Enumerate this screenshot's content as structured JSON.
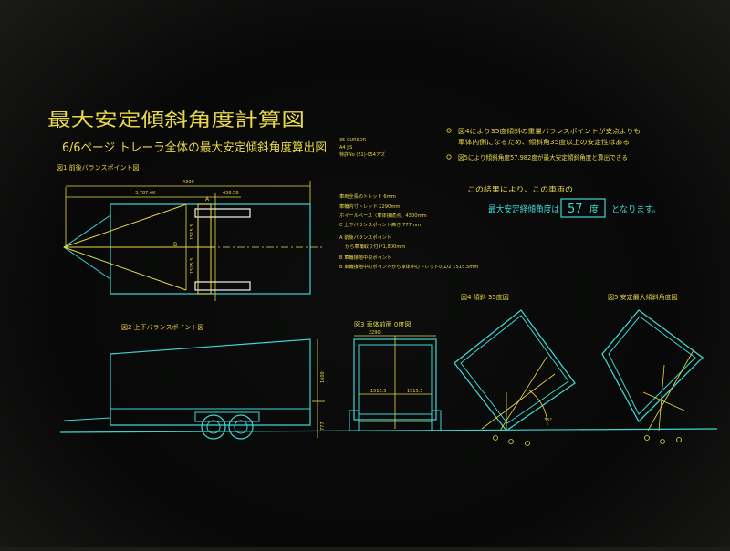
{
  "drawing": {
    "title": "最大安定傾斜角度計算図",
    "subtitle": "6/6ページ トレーラ全体の最大安定傾斜角度算出図",
    "header_info": [
      "35 CURSOR",
      "A4 JIS",
      "特許No (S1)-054アズ"
    ]
  },
  "views": {
    "plan_label": "図1 前後バランスポイント図",
    "side_label": "図2 上下バランスポイント図",
    "front_label": "図3 車体前面 0度図",
    "tilt35_label": "図4 傾斜 35度図",
    "tiltmax_label": "図5 安定最大傾斜角度図"
  },
  "notes": {
    "note1_line1": "図4により35度傾斜の重量バランスポイントが支点よりも",
    "note1_line2": "車体内側になるため、傾斜角35度以上の安定性はある",
    "note2": "図5により傾斜角度57.982度が最大安定傾斜角度と算出できる",
    "conclusion_prefix": "この結果により、この車両の",
    "result_label": "最大安定経傾角度は",
    "result_value": "57",
    "result_unit": "度",
    "result_suffix": "となります。"
  },
  "specs": {
    "s1": "車両全長のトレッド 6mm",
    "s2": "車輪内寸トレッド 2290mm",
    "s3": "ホイールベース（車体接続点）4300mm",
    "s4": "C 上下バランスポイント高さ 777mm",
    "s5": "A 前後バランスポイント",
    "s6": "から車輪取り付け1,800mm",
    "s7": "B 車輪接地中央ポイント",
    "s8": "B 車輪接地中心ポイントから車体中心トレッドの1/2 1515.5mm"
  },
  "dims": {
    "plan_total": "4300",
    "plan_a": "3,787.4K",
    "plan_b": "436.56",
    "plan_v1": "1515.5",
    "plan_v2": "1515.5",
    "front_top": "2290",
    "front_l": "1515.5",
    "front_r": "1515.5",
    "side_v1": "1600",
    "side_v2": "777"
  }
}
